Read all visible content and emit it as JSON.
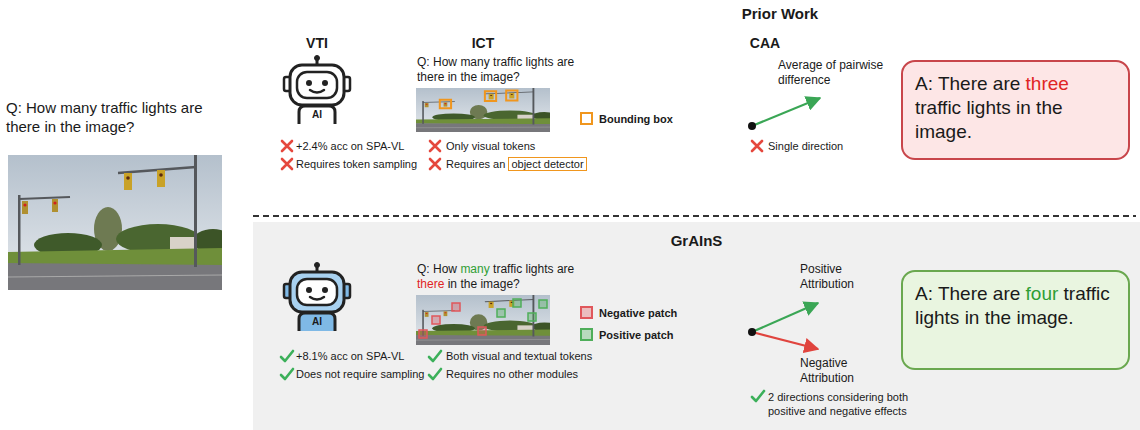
{
  "diagram": {
    "nodes": [
      {
        "text": [
          "A: There are three traffic lights in the image."
        ]
      },
      {
        "text": [
          "GrAInS"
        ]
      },
      {
        "text": [
          "A: There are four traffic lights in the image."
        ],
        "in": 1
      }
    ],
    "labels": [
      "Prior Work",
      "Q: How many traffic lights are there in the image?",
      "VTI",
      "AI",
      "+2.4% acc on SPA-VL",
      "Requires token sampling",
      "ICT",
      "Q: How many traffic lights are there in the image?",
      "Only visual tokens",
      "Requires an object detector",
      "CAA",
      "Average of pairwise difference",
      "Single direction",
      "AI",
      "+8.1% acc on SPA-VL",
      "Does not require sampling",
      "Q: How many traffic lights are there in the image?",
      "Both visual and textual tokens",
      "Requires no other modules",
      "Positive Attribution",
      "Negative Attribution",
      "2 directions considering both positive and negative effects"
    ],
    "legend": [
      {
        "text": "Bounding box",
        "color": "#f0961e"
      },
      {
        "text": "Negative patch",
        "color": "#e0575b"
      },
      {
        "text": "Positive patch",
        "color": "#4fae5a"
      }
    ]
  }
}
